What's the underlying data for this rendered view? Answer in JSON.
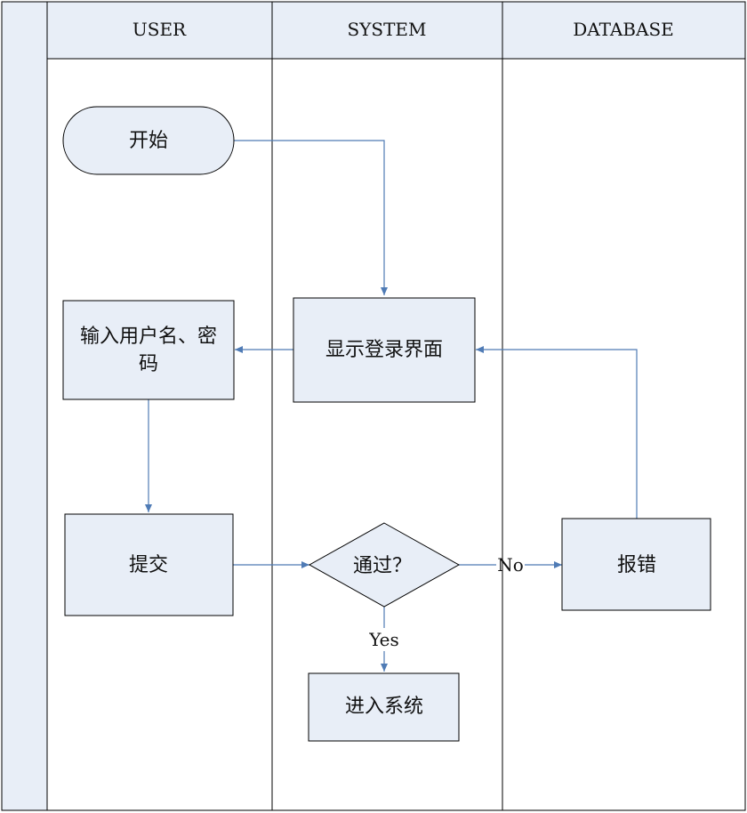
{
  "lanes": {
    "user": "USER",
    "system": "SYSTEM",
    "database": "DATABASE"
  },
  "nodes": {
    "start": "开始",
    "show_login": "显示登录界面",
    "input_line1": "输入用户名、密",
    "input_line2": "码",
    "submit": "提交",
    "decision": "通过？",
    "error": "报错",
    "enter": "进入系统"
  },
  "edges": {
    "no": "No",
    "yes": "Yes"
  },
  "colors": {
    "fill": "#e8eef7",
    "stroke": "#000000",
    "arrow": "#4f7bb5"
  }
}
